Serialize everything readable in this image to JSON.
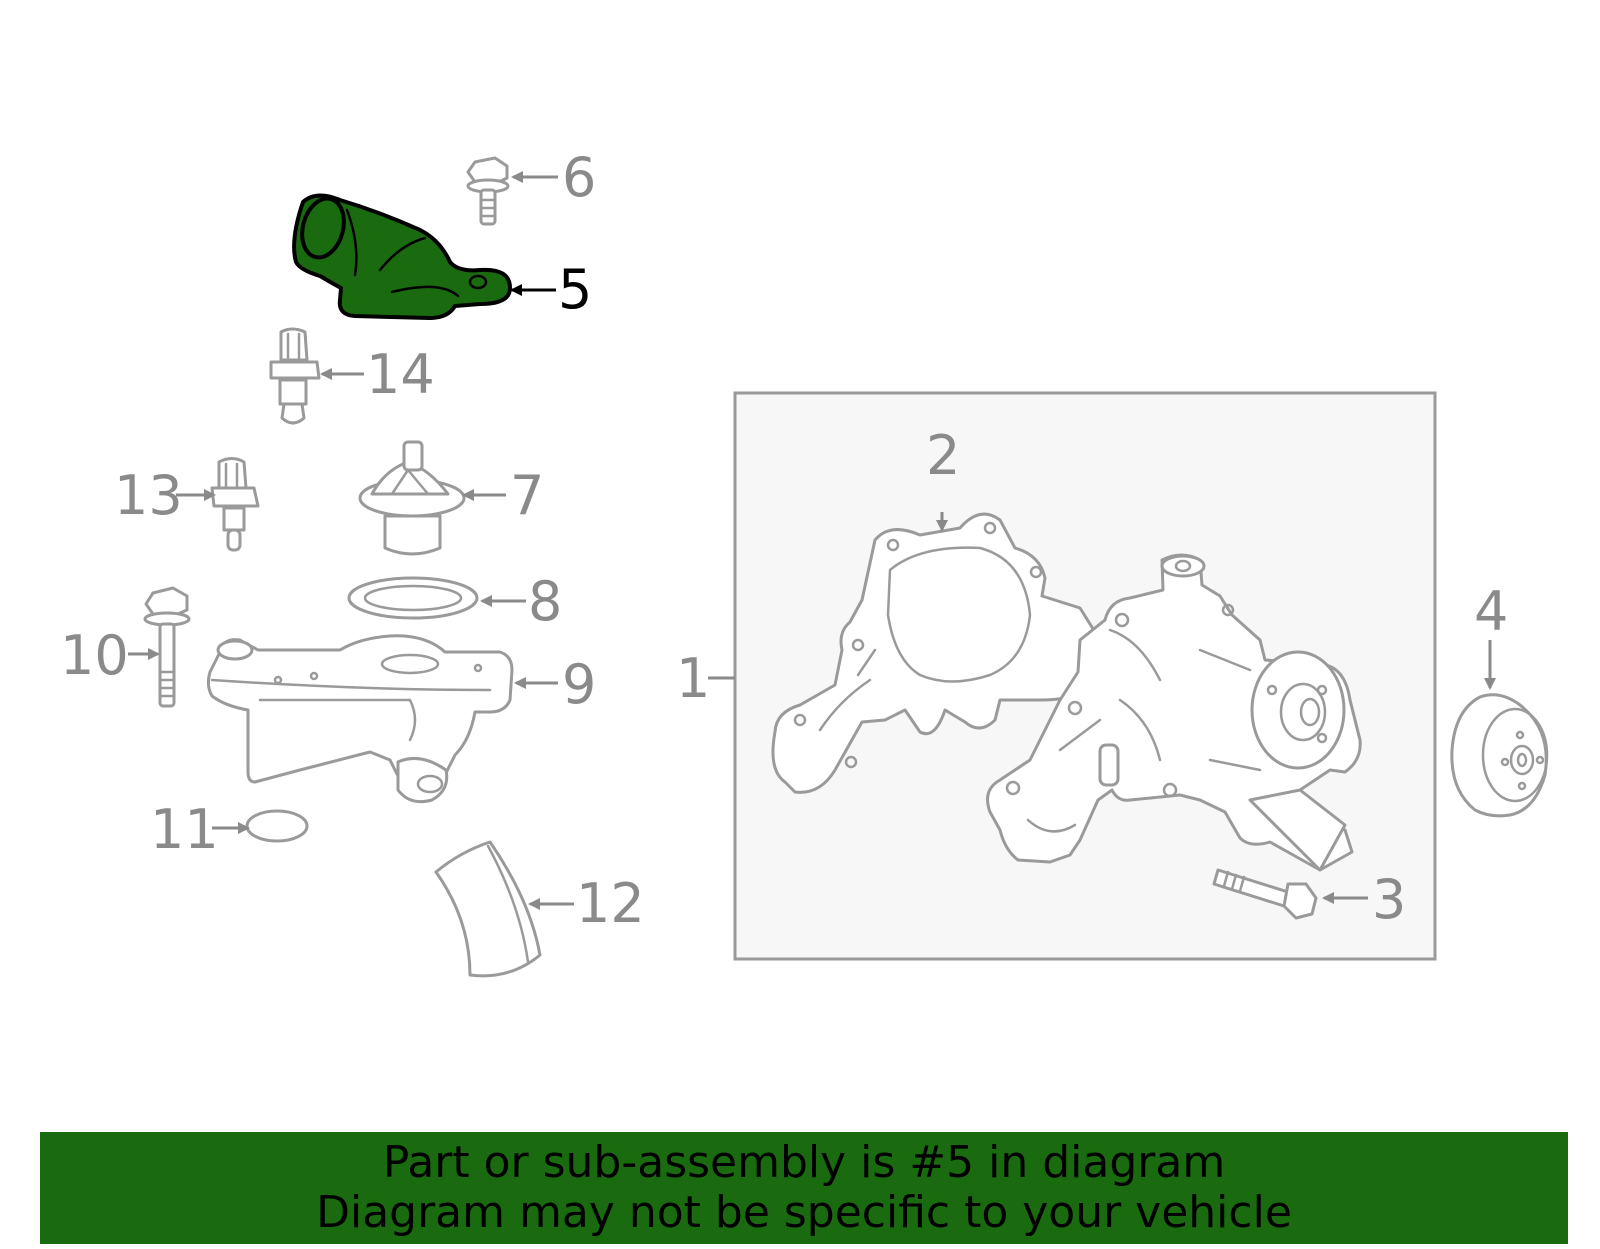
{
  "diagram": {
    "callouts": [
      "1",
      "2",
      "3",
      "4",
      "5",
      "6",
      "7",
      "8",
      "9",
      "10",
      "11",
      "12",
      "13",
      "14"
    ],
    "highlighted_callout": "5",
    "highlight_color": "#1a6b10",
    "part_line_color": "#9a9a9a",
    "assembly_box_fill": "#f7f7f7"
  },
  "banner": {
    "line1": "Part or sub-assembly is #5 in diagram",
    "line2": "Diagram may not be specific to your vehicle",
    "background": "#1a6b10"
  }
}
